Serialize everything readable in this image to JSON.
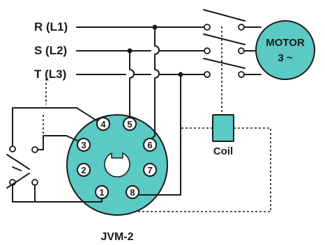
{
  "lines": [
    {
      "key": "R",
      "label": "R (L1)"
    },
    {
      "key": "S",
      "label": "S (L2)"
    },
    {
      "key": "T",
      "label": "T (L3)"
    }
  ],
  "motor": {
    "title": "MOTOR",
    "subtitle": "3 ~"
  },
  "coil_label": "Coil",
  "socket_pins": [
    "1",
    "2",
    "3",
    "4",
    "5",
    "6",
    "7",
    "8"
  ],
  "model_label": "JVM-2",
  "colors": {
    "fill": "#5bc9c4",
    "wire": "#1a1a1a",
    "background": "#ffffff"
  }
}
